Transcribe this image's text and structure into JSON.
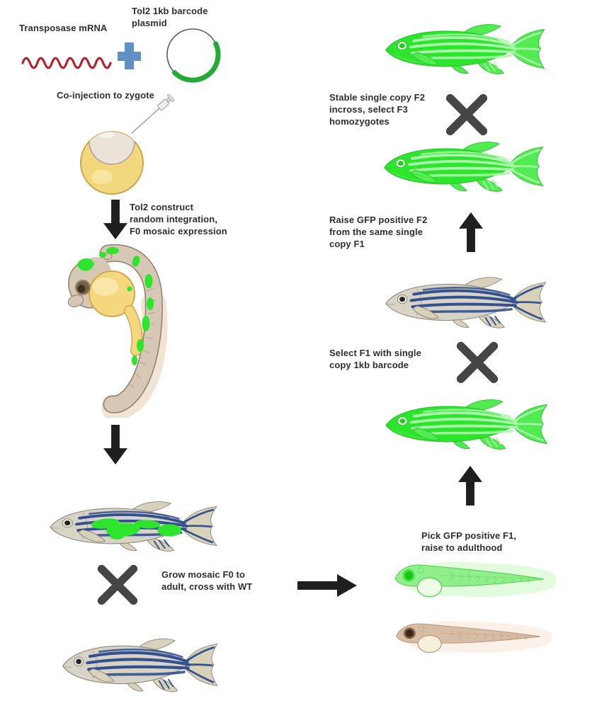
{
  "figure": {
    "type": "scientific-workflow-diagram",
    "topic": "Tol2 1kb barcode plasmid zebrafish transgenesis workflow"
  },
  "colors": {
    "gfp": "#2ee52e",
    "stripe": "#33508f",
    "mrna": "#b3202a",
    "plus": "#6190c4",
    "plasmid_arc": "#23ab35",
    "arrow": "#1f1f1f",
    "cross": "#454545",
    "text": "#2e2e2e",
    "yolk": "#f3d77c"
  },
  "labels": {
    "transposase_mrna": "Transposase mRNA",
    "plasmid": "Tol2 1kb barcode\nplasmid",
    "coinjection": "Co-injection to zygote",
    "integration": "Tol2 construct\nrandom integration,\nF0 mosaic expression",
    "grow_mosaic": "Grow mosaic F0 to\nadult, cross with WT",
    "pick_gfp": "Pick GFP positive F1,\nraise to adulthood",
    "select_f1": "Select F1 with single\ncopy 1kb barcode",
    "raise_f2": "Raise GFP positive F2\nfrom the same single\ncopy F1",
    "stable_f2": "Stable single copy F2\nincross, select F3\nhomozygotes"
  },
  "icons": {
    "mrna_wave": "red sine wave (mRNA)",
    "plus": "blue plus sign",
    "plasmid_circle": "circular plasmid with green insert arc",
    "syringe": "microinjection needle",
    "zygote": "one-cell zebrafish zygote",
    "embryo_mosaic": "curled embryo with mosaic GFP patches",
    "fish_mosaic": "adult zebrafish with mosaic GFP patches",
    "fish_wt": "wild-type striped adult zebrafish",
    "fish_gfp": "fully GFP-green adult zebrafish",
    "larva_gfp": "GFP positive larva",
    "larva_wt": "non-fluorescent larva",
    "cross_x": "mating cross symbol",
    "arrow": "workflow arrow"
  }
}
